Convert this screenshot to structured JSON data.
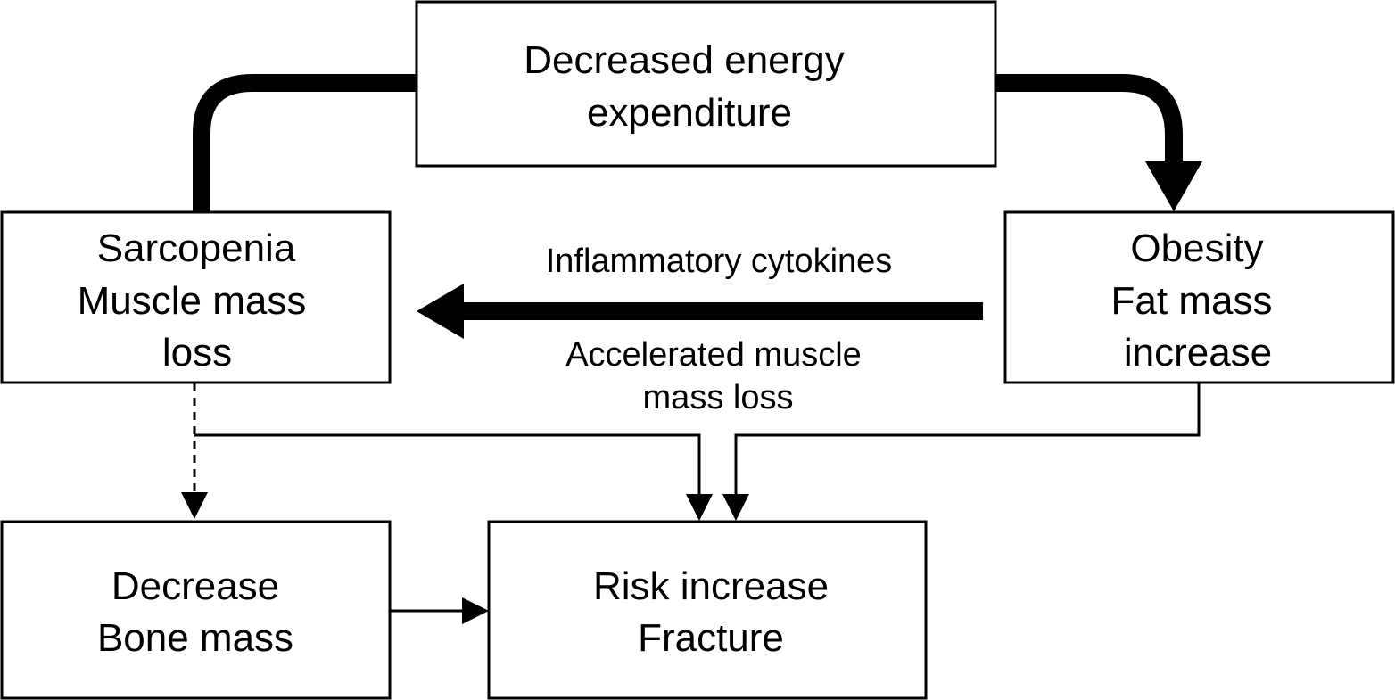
{
  "nodes": {
    "energy": {
      "lines": [
        "Decreased energy",
        "expenditure"
      ]
    },
    "sarcopenia": {
      "lines": [
        "Sarcopenia",
        "Muscle mass",
        "loss"
      ]
    },
    "obesity": {
      "lines": [
        "Obesity",
        "Fat mass",
        "increase"
      ]
    },
    "bone": {
      "lines": [
        "Decrease",
        "Bone mass"
      ]
    },
    "fracture": {
      "lines": [
        "Risk increase",
        "Fracture"
      ]
    }
  },
  "edge_labels": {
    "cytokines": "Inflammatory cytokines",
    "accelerated": [
      "Accelerated muscle",
      "mass loss"
    ]
  }
}
